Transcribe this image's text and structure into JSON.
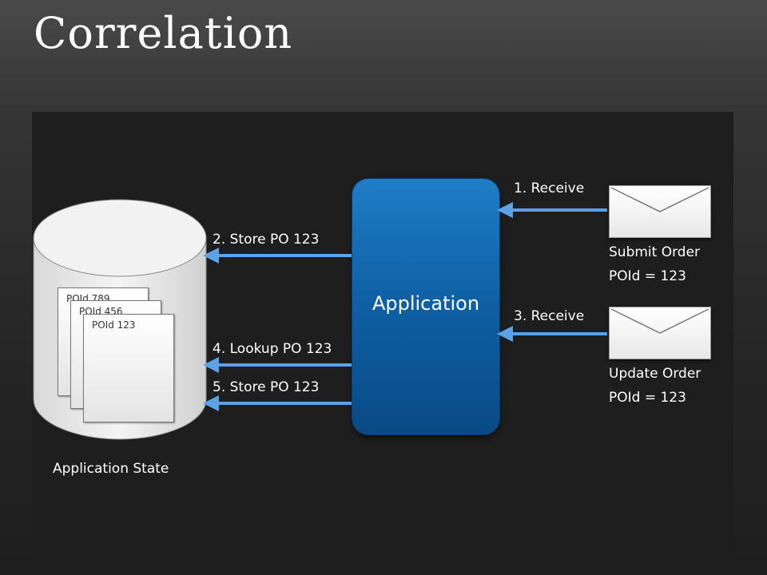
{
  "title": "Correlation",
  "application": {
    "label": "Application"
  },
  "state": {
    "label": "Application State",
    "records": [
      "POId 789",
      "POId 456",
      "POId 123"
    ]
  },
  "messages": [
    {
      "name": "Submit Order",
      "detail": "POId = 123"
    },
    {
      "name": "Update Order",
      "detail": "POId = 123"
    }
  ],
  "steps": [
    {
      "label": "1. Receive"
    },
    {
      "label": "2. Store PO 123"
    },
    {
      "label": "3. Receive"
    },
    {
      "label": "4. Lookup PO 123"
    },
    {
      "label": "5. Store PO 123"
    }
  ],
  "colors": {
    "arrow": "#5ba3e6",
    "app": "#0e5fa3"
  }
}
